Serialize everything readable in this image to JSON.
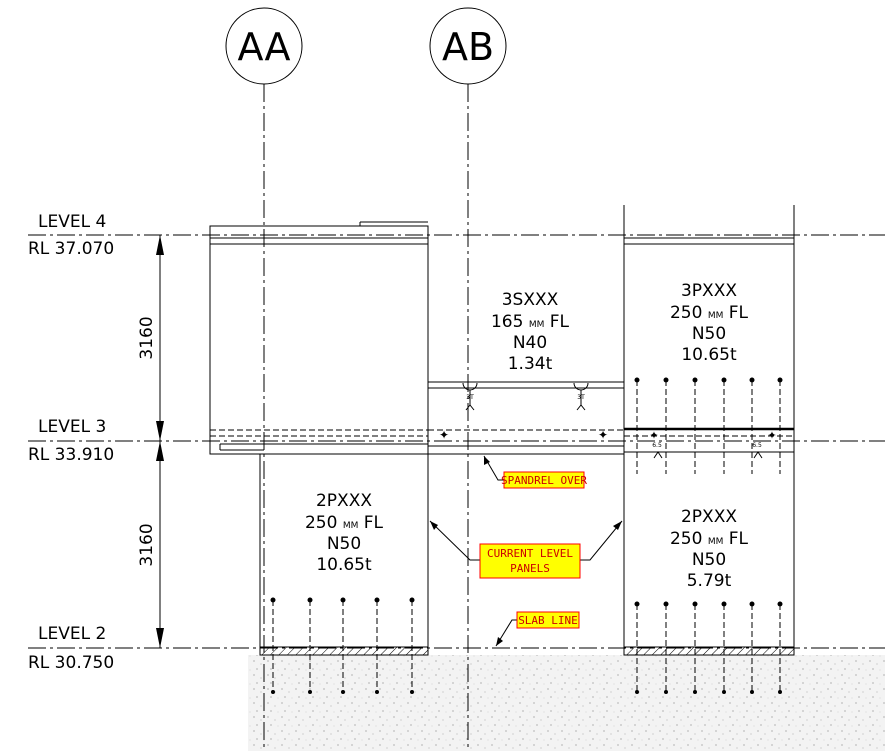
{
  "grid_bubbles": {
    "aa": "AA",
    "ab": "AB"
  },
  "levels": {
    "l4": {
      "name": "LEVEL 4",
      "rl": "RL 37.070"
    },
    "l3": {
      "name": "LEVEL 3",
      "rl": "RL 33.910"
    },
    "l2": {
      "name": "LEVEL 2",
      "rl": "RL 30.750"
    }
  },
  "dimensions": {
    "upper": "3160",
    "lower": "3160"
  },
  "panels": {
    "spandrel": {
      "id": "3SXXX",
      "size": "165",
      "unit": "MM",
      "type": "FL",
      "grade": "N40",
      "weight": "1.34t"
    },
    "upper_right": {
      "id": "3PXXX",
      "size": "250",
      "unit": "MM",
      "type": "FL",
      "grade": "N50",
      "weight": "10.65t"
    },
    "lower_left": {
      "id": "2PXXX",
      "size": "250",
      "unit": "MM",
      "type": "FL",
      "grade": "N50",
      "weight": "10.65t"
    },
    "lower_right": {
      "id": "2PXXX",
      "size": "250",
      "unit": "MM",
      "type": "FL",
      "grade": "N50",
      "weight": "5.79t"
    }
  },
  "callouts": {
    "spandrel_over": "SPANDREL OVER",
    "current_level_1": "CURRENT LEVEL",
    "current_level_2": "PANELS",
    "slab_line": "SLAB LINE"
  },
  "small_marks": {
    "lift_3t": "3T",
    "brace_65": "6.5"
  },
  "colors": {
    "tag_fill": "#ffff00",
    "tag_stroke": "#ff0000",
    "line": "#000000"
  }
}
